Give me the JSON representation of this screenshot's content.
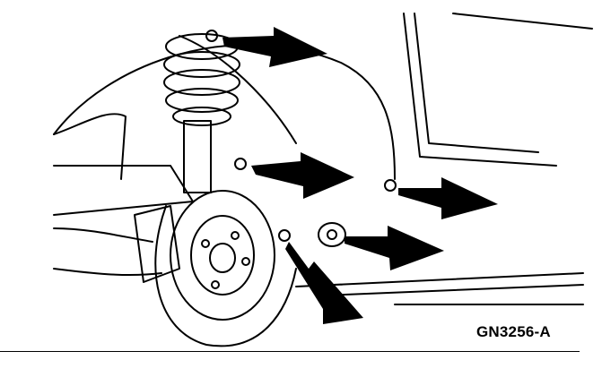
{
  "figure": {
    "code": "GN3256-A",
    "ink_color": "#000000",
    "background_color": "#ffffff"
  },
  "callouts": [
    {
      "name": "strut-upper-mount-bolt",
      "icon": "arrow-icon"
    },
    {
      "name": "strut-lower-bolt",
      "icon": "arrow-icon"
    },
    {
      "name": "body-mount-bolt-1",
      "icon": "arrow-icon"
    },
    {
      "name": "body-mount-bolt-2",
      "icon": "arrow-icon"
    },
    {
      "name": "fender-bolt",
      "icon": "arrow-icon"
    }
  ]
}
